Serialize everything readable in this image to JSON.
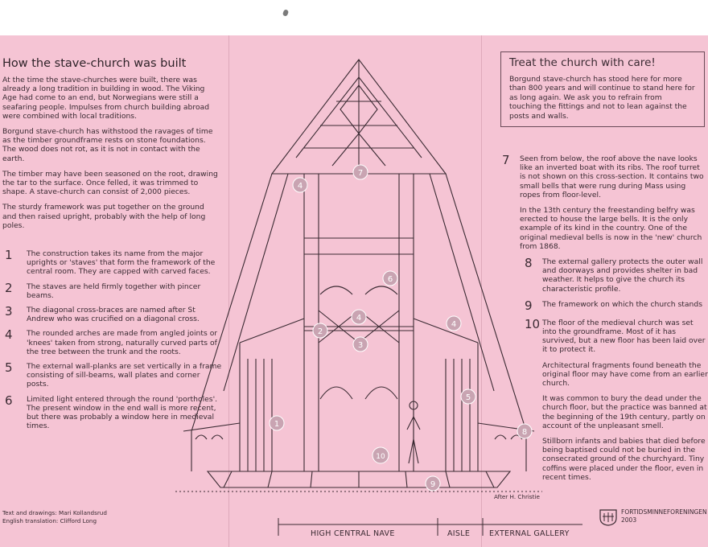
{
  "left": {
    "title": "How the stave-church was built",
    "paragraphs": [
      "At the time the stave-churches were built, there was already a long tradition in building in wood. The Viking Age had come to an end, but Norwegians were still a seafaring people. Impulses from church building abroad were combined with local traditions.",
      "Borgund stave-church has withstood the ravages of time as the timber groundframe rests on stone foundations. The wood does not rot, as it is not in contact with the earth.",
      "The timber may have been seasoned on the root, drawing the tar to the surface. Once felled, it was trimmed to shape. A stave-church can consist of 2,000 pieces.",
      "The sturdy framework was put together on the ground and then raised upright, probably with the help of long poles."
    ],
    "items": [
      {
        "num": "1",
        "text": "The construction takes its name from the major uprights or 'staves' that form the framework of the central room. They are capped with carved faces."
      },
      {
        "num": "2",
        "text": "The staves are held firmly together with pincer beams."
      },
      {
        "num": "3",
        "text": "The diagonal cross-braces are named after St Andrew who was crucified on a diagonal cross."
      },
      {
        "num": "4",
        "text": "The rounded arches are made from angled joints or 'knees' taken from strong, naturally curved parts of the tree between the trunk and the roots."
      },
      {
        "num": "5",
        "text": "The external wall-planks are set vertically in a frame consisting of sill-beams, wall plates and corner posts."
      },
      {
        "num": "6",
        "text": "Limited light entered through the round 'portholes'. The present window in the end wall is more recent, but there was probably a window here in medieval times."
      }
    ],
    "credit_text": "Text and drawings: Mari Kollandsrud",
    "credit_translation": "English translation: Clifford Long"
  },
  "care": {
    "title": "Treat the church with care!",
    "text": "Borgund stave-church has stood here for more than 800 years and will continue to stand here for as long again. We ask you to refrain from touching the fittings and not to lean against the posts and walls."
  },
  "right": {
    "item7": {
      "num": "7",
      "text": "Seen from below, the roof above the nave looks like an inverted boat with its ribs. The roof turret is not shown on this cross-section. It contains two small bells that were rung during Mass using ropes from floor-level."
    },
    "item7_extra": "In the 13th century the freestanding belfry was erected to house the large bells. It is the only example of its kind in the country. One of the original medieval bells is now in the 'new' church from 1868.",
    "item8": {
      "num": "8",
      "text": "The external gallery protects the outer wall and doorways and provides shelter in bad weather. It helps to give the church its characteristic profile."
    },
    "item9": {
      "num": "9",
      "text": "The framework on which the church stands"
    },
    "item10": {
      "num": "10",
      "text": "The floor of the medieval church was set into the groundframe. Most of it has survived, but a new floor has been laid over it to protect it."
    },
    "extras": [
      "Architectural fragments found beneath the original floor may have come from an earlier church.",
      "It was common to bury the dead under the church floor, but the practice was banned at the beginning of the 19th century, partly on account of the unpleasant smell.",
      "Stillborn infants and babies that died before being baptised could not be buried in the consecrated ground of the churchyard. Tiny coffins were placed under the floor, even in recent times."
    ]
  },
  "drawing": {
    "after": "After H. Christie",
    "markers": [
      "1",
      "2",
      "3",
      "4",
      "4",
      "4",
      "5",
      "6",
      "7",
      "8",
      "9",
      "10"
    ]
  },
  "scale": {
    "nave": "HIGH CENTRAL NAVE",
    "aisle": "AISLE",
    "gallery": "EXTERNAL GALLERY"
  },
  "logo": {
    "name": "FORTIDSMINNEFORENINGEN",
    "year": "2003"
  }
}
